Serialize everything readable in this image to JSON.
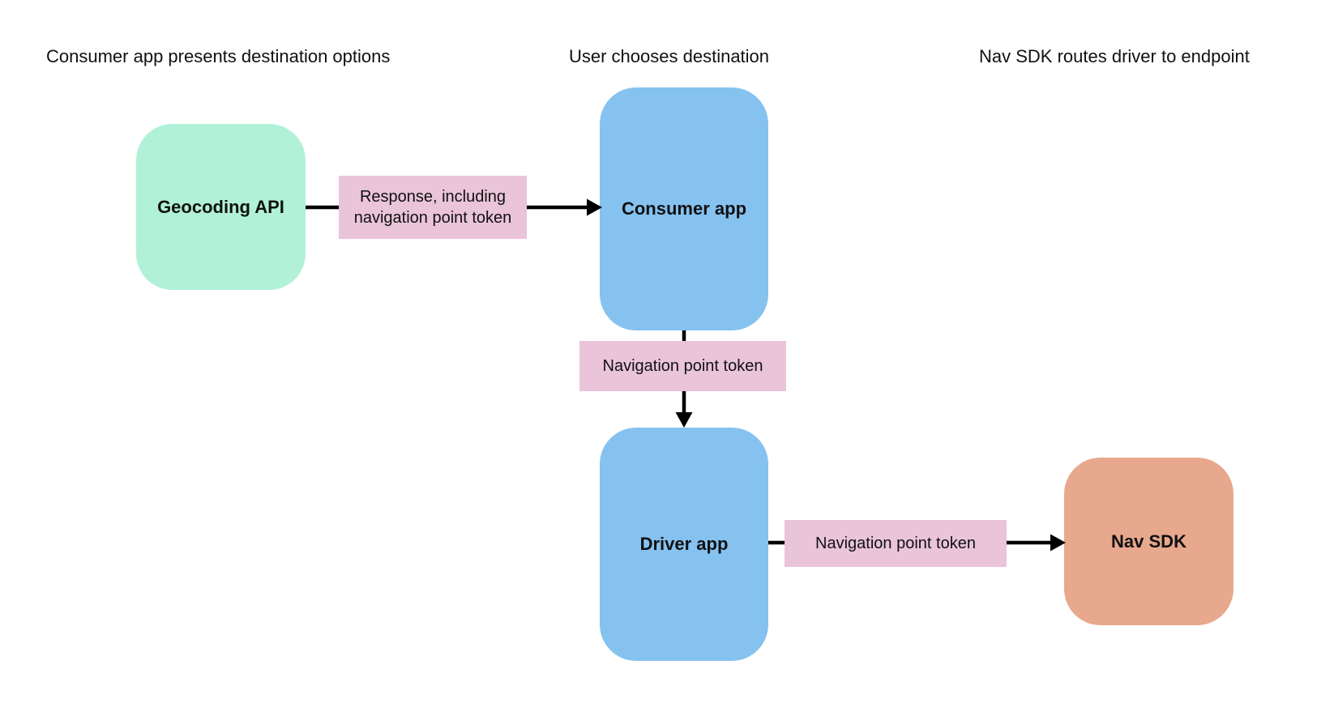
{
  "colors": {
    "background": "#ffffff",
    "text": "#111111",
    "box_green": "#b0f1d8",
    "box_blue": "#85c2f0",
    "box_orange": "#e8a88d",
    "label_pink": "#eac4d9",
    "arrow": "#000000"
  },
  "headers": [
    {
      "text": "Consumer app presents destination options"
    },
    {
      "text": "User chooses destination"
    },
    {
      "text": "Nav SDK routes driver to endpoint"
    }
  ],
  "nodes": [
    {
      "id": "geocoding-api",
      "label": "Geocoding API",
      "color": "#b0f1d8"
    },
    {
      "id": "consumer-app",
      "label": "Consumer app",
      "color": "#85c2f0"
    },
    {
      "id": "driver-app",
      "label": "Driver app",
      "color": "#85c2f0"
    },
    {
      "id": "nav-sdk",
      "label": "Nav SDK",
      "color": "#e8a88d"
    }
  ],
  "edges": [
    {
      "from": "geocoding-api",
      "to": "consumer-app",
      "label": "Response, including navigation point token",
      "direction": "right"
    },
    {
      "from": "consumer-app",
      "to": "driver-app",
      "label": "Navigation point token",
      "direction": "down"
    },
    {
      "from": "driver-app",
      "to": "nav-sdk",
      "label": "Navigation point token",
      "direction": "right"
    }
  ]
}
